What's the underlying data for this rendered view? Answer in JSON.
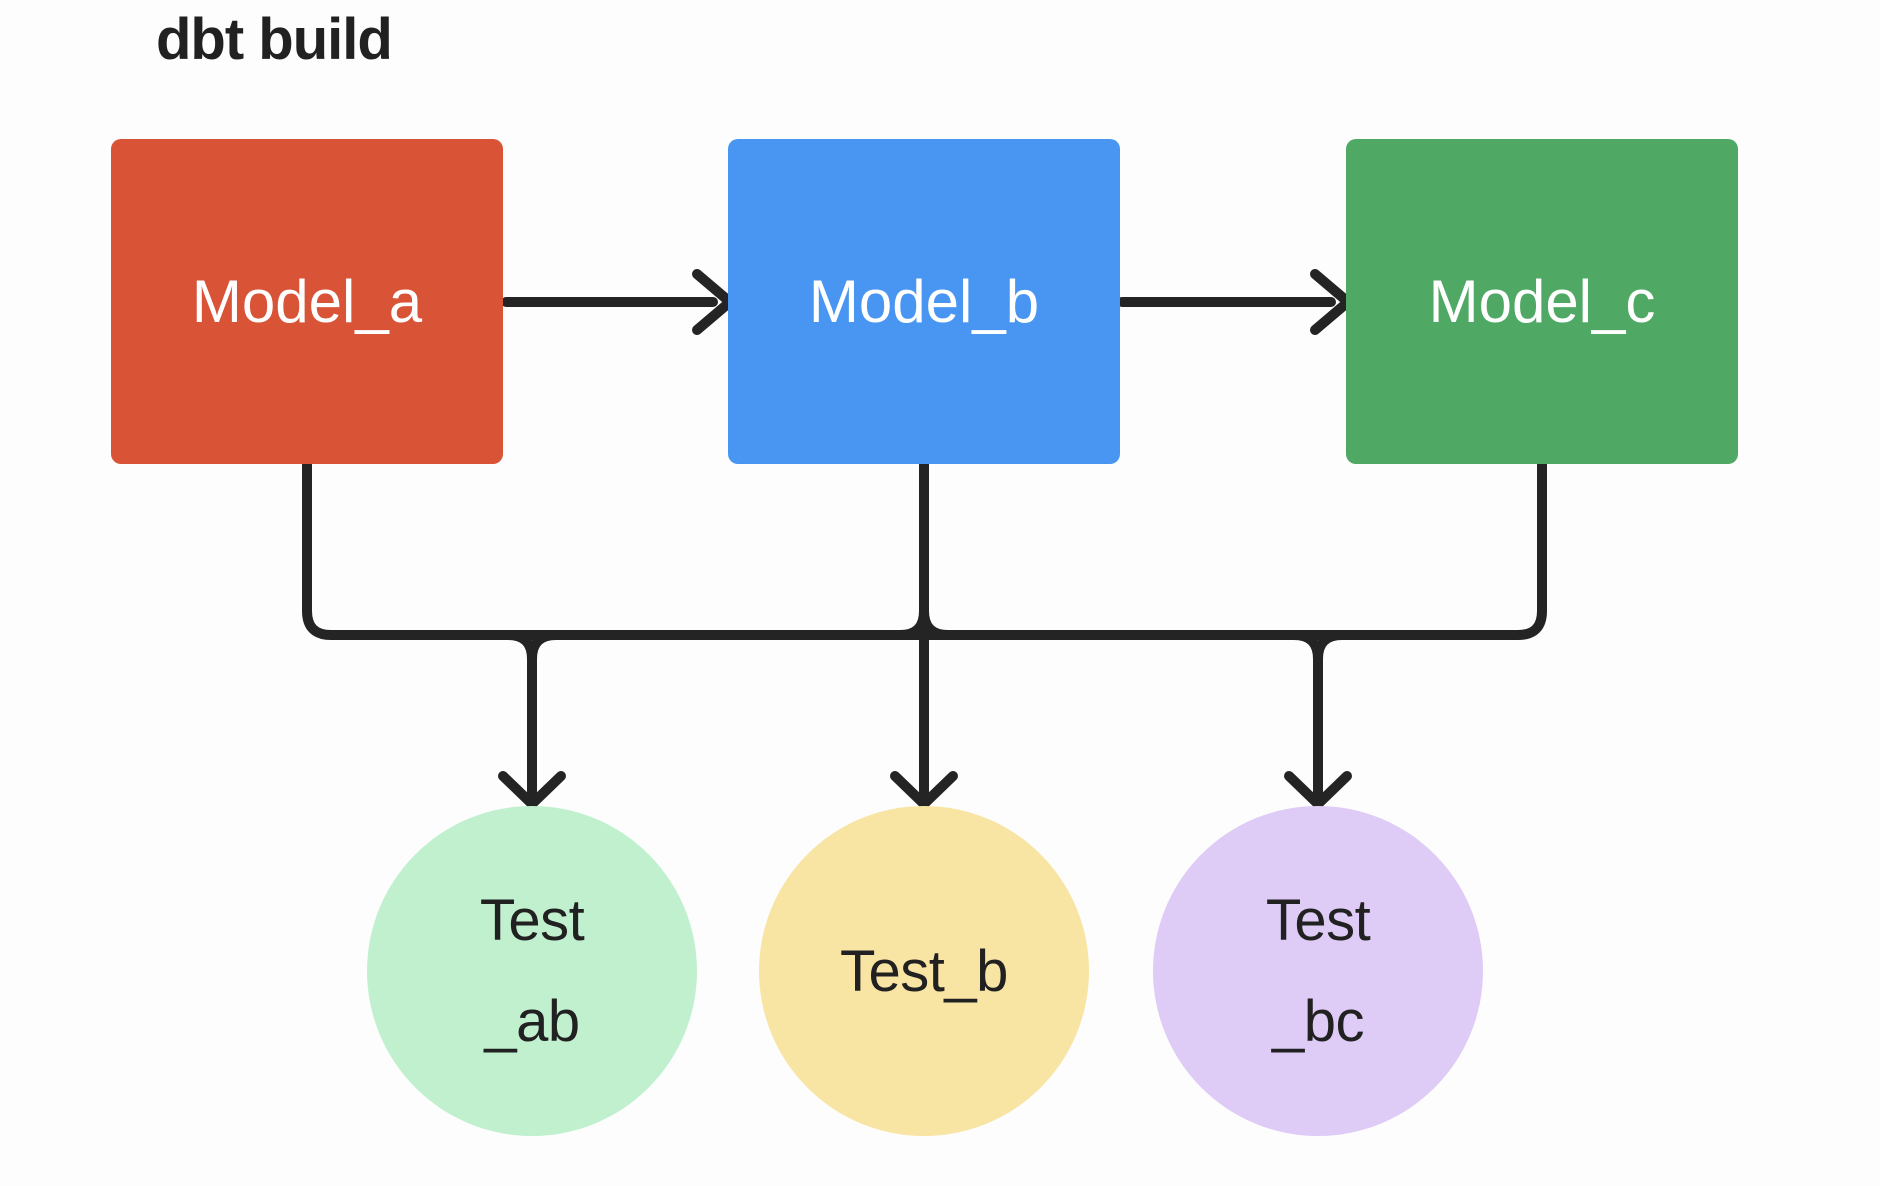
{
  "page": {
    "title": "dbt build"
  },
  "colors": {
    "background": "#FDFDFD",
    "line": "#242424",
    "text-dark": "#212121",
    "text-light": "#FFFFFF",
    "model-a": "#D95437",
    "model-b": "#4896F2",
    "model-c": "#4FA964",
    "test-ab": "#C1F0CF",
    "test-b": "#F8E5A3",
    "test-bc": "#DECBF6"
  },
  "nodes": {
    "model_a": {
      "label": "Model_a"
    },
    "model_b": {
      "label": "Model_b"
    },
    "model_c": {
      "label": "Model_c"
    },
    "test_ab": {
      "line1": "Test",
      "line2": "_ab"
    },
    "test_b": {
      "line1": "Test_b",
      "line2": ""
    },
    "test_bc": {
      "line1": "Test",
      "line2": "_bc"
    }
  },
  "edges": [
    {
      "from": "model_a",
      "to": "model_b",
      "style": "arrow"
    },
    {
      "from": "model_b",
      "to": "model_c",
      "style": "arrow"
    },
    {
      "from": "model_a",
      "to": "models_bus",
      "style": "elbow"
    },
    {
      "from": "model_b",
      "to": "models_bus",
      "style": "elbow"
    },
    {
      "from": "model_c",
      "to": "models_bus",
      "style": "elbow"
    },
    {
      "from": "models_bus",
      "to": "test_ab",
      "style": "arrow"
    },
    {
      "from": "models_bus",
      "to": "test_b",
      "style": "arrow"
    },
    {
      "from": "models_bus",
      "to": "test_bc",
      "style": "arrow"
    }
  ]
}
